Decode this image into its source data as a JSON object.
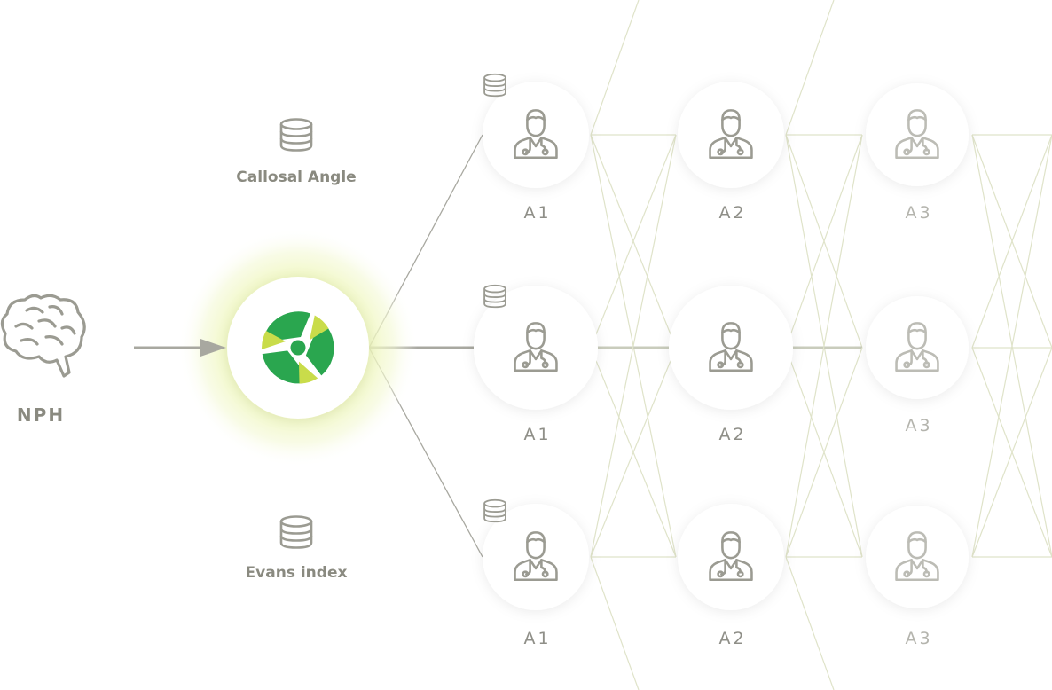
{
  "input": {
    "label": "NPH",
    "icon": "brain-icon"
  },
  "hub": {
    "icon": "aperture-logo-icon",
    "colors": {
      "green": "#2aa64f",
      "yellow": "#c9dc4a",
      "glow": "#e6f3a6"
    }
  },
  "features": [
    {
      "label": "Callosal Angle",
      "icon": "database-icon"
    },
    {
      "label": "Evans index",
      "icon": "database-icon"
    }
  ],
  "columns": [
    {
      "name": "A1",
      "nodes": [
        "A1",
        "A1",
        "A1"
      ]
    },
    {
      "name": "A2",
      "nodes": [
        "A2",
        "A2",
        "A2"
      ]
    },
    {
      "name": "A3",
      "nodes": [
        "A3",
        "A3",
        "A3"
      ]
    }
  ],
  "node_icon": "doctor-icon",
  "colors": {
    "line": "#dfe3c9",
    "arrow": "#a8a8a0",
    "text": "#8a8a80"
  }
}
